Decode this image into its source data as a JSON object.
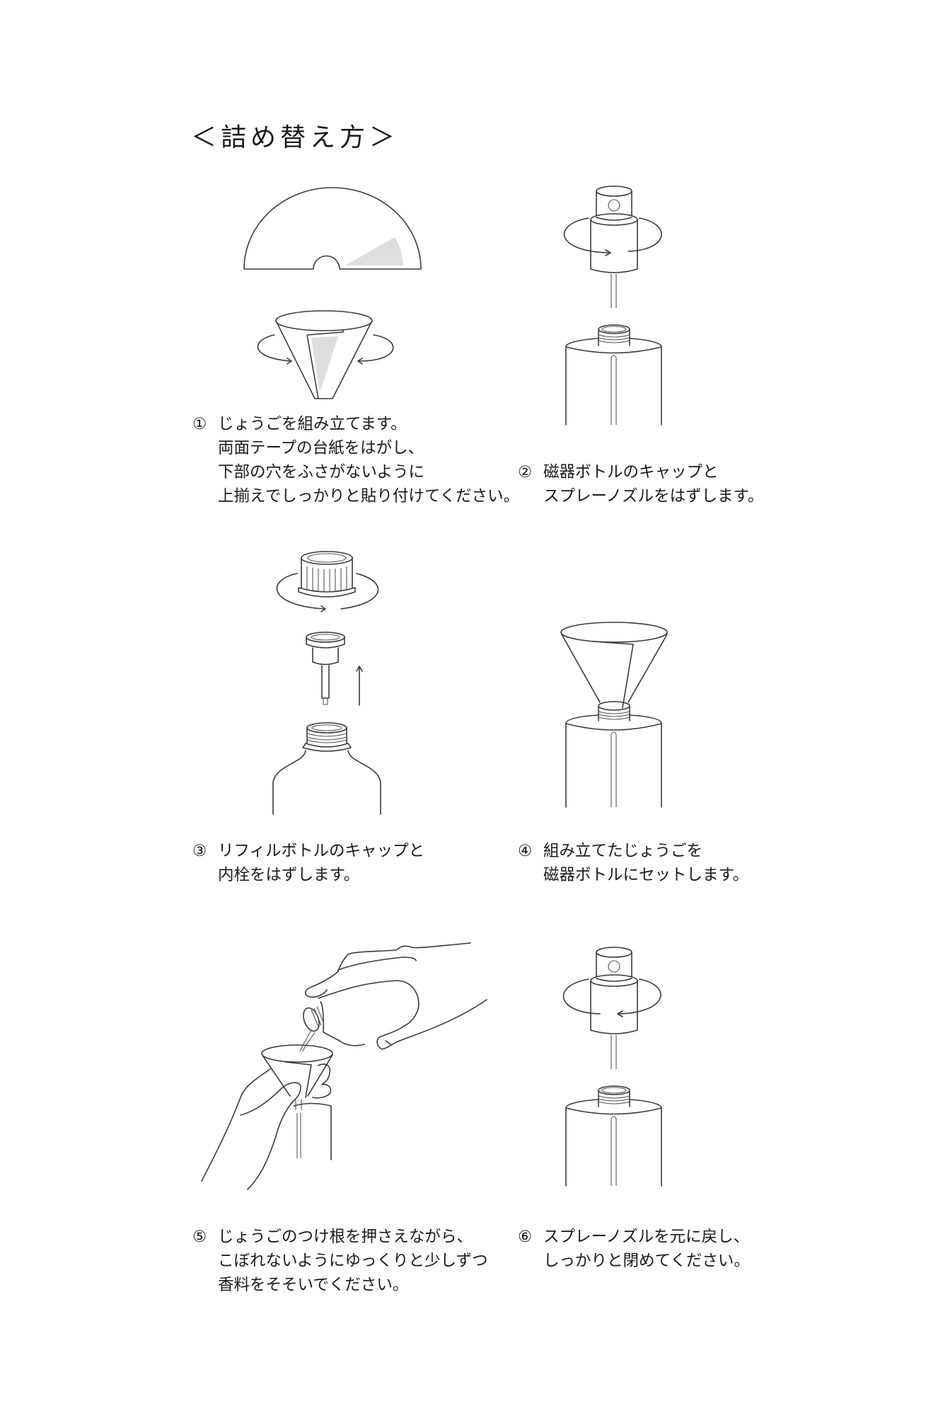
{
  "title": "＜詰め替え方＞",
  "steps": [
    {
      "number": "①",
      "lines": [
        "じょうごを組み立てます。",
        "両面テープの台紙をはがし、",
        "下部の穴をふさがないように",
        "上揃えでしっかりと貼り付けてください。"
      ],
      "illustration": "funnel-assembly"
    },
    {
      "number": "②",
      "lines": [
        "磁器ボトルのキャップと",
        "スプレーノズルをはずします。"
      ],
      "illustration": "remove-spray-nozzle"
    },
    {
      "number": "③",
      "lines": [
        "リフィルボトルのキャップと",
        "内栓をはずします。"
      ],
      "illustration": "remove-refill-cap"
    },
    {
      "number": "④",
      "lines": [
        "組み立てたじょうごを",
        "磁器ボトルにセットします。"
      ],
      "illustration": "set-funnel"
    },
    {
      "number": "⑤",
      "lines": [
        "じょうごのつけ根を押さえながら、",
        "こぼれないようにゆっくりと少しずつ",
        "香料をそそいでください。"
      ],
      "illustration": "pour-fragrance"
    },
    {
      "number": "⑥",
      "lines": [
        "スプレーノズルを元に戻し、",
        "しっかりと閉めてください。"
      ],
      "illustration": "reattach-spray-nozzle"
    }
  ],
  "colors": {
    "text": "#1a1a1a",
    "line": "#3a3a3a",
    "shade": "#dedede",
    "background": "#ffffff"
  }
}
